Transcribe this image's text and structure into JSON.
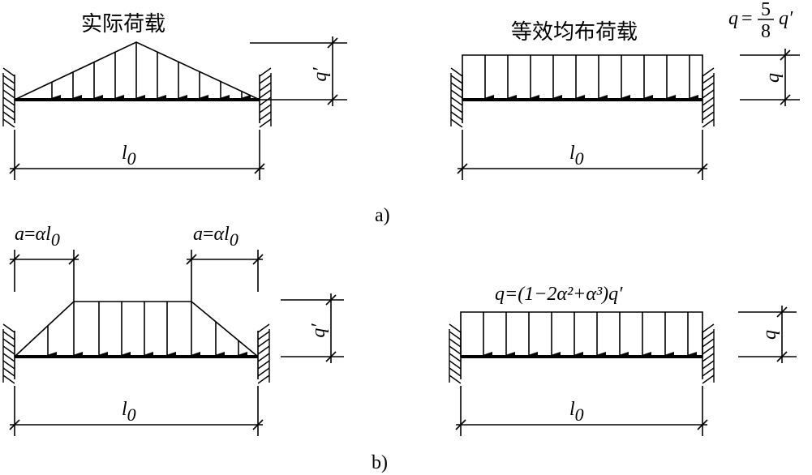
{
  "panel_a": {
    "actual_title": "实际荷载",
    "equiv_title": "等效均布荷载",
    "formula": {
      "lhs": "q",
      "eq": "=",
      "num": "5",
      "den": "8",
      "rhs": "q′"
    },
    "span_left": {
      "base": "l",
      "sub": "0"
    },
    "span_right": {
      "base": "l",
      "sub": "0"
    },
    "dim_left": "q′",
    "dim_right": "q",
    "caption": "a)"
  },
  "panel_b": {
    "a_left": {
      "lhs": "a",
      "eq": "=",
      "alpha": "α",
      "base": "l",
      "sub": "0"
    },
    "a_right": {
      "lhs": "a",
      "eq": "=",
      "alpha": "α",
      "base": "l",
      "sub": "0"
    },
    "formula": "q=(1−2α²+α³)q′",
    "span_left": {
      "base": "l",
      "sub": "0"
    },
    "span_right": {
      "base": "l",
      "sub": "0"
    },
    "dim_left": "q′",
    "dim_right": "q",
    "caption": "b)"
  }
}
